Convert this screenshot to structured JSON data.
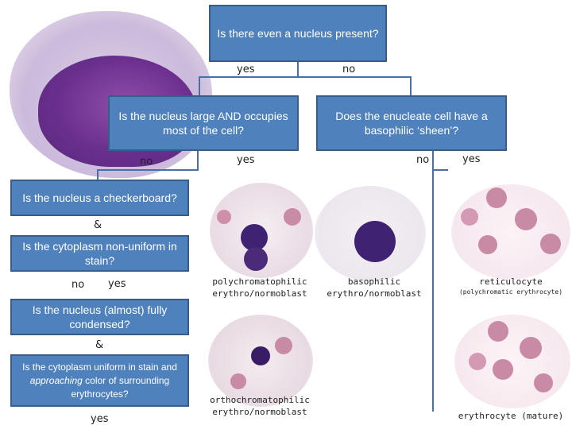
{
  "questions": {
    "nucleus_present": "Is there even a nucleus present?",
    "nucleus_large": "Is the nucleus large AND occupies most of the cell?",
    "basophilic_sheen": "Does the enucleate cell have a basophilic ‘sheen’?",
    "checkerboard": "Is the nucleus a checkerboard?",
    "cytoplasm_nonuniform": "Is the cytoplasm non-uniform in stain?",
    "condensed": "Is the nucleus (almost) fully condensed?",
    "cytoplasm_uniform_prefix": "Is the cytoplasm uniform in stain and ",
    "cytoplasm_uniform_italic": "approaching",
    "cytoplasm_uniform_suffix": " color of surrounding erythrocytes?"
  },
  "answers": {
    "q1_yes": "yes",
    "q1_no": "no",
    "q2_no": "no",
    "q2_yes": "yes",
    "q3_no": "no",
    "q3_yes": "yes",
    "q4_no": "no",
    "q4_yes": "yes",
    "q5_yes": "yes",
    "and1": "&",
    "and2": "&"
  },
  "captions": {
    "polychromatophilic_1": "polychromatophilic",
    "polychromatophilic_2": "erythro/normoblast",
    "basophilic_1": "basophilic",
    "basophilic_2": "erythro/normoblast",
    "reticulocyte": "reticulocyte",
    "reticulocyte_sub": "(polychromatic erythrocyte)",
    "orthochromatophilic_1": "orthochromatophilic",
    "orthochromatophilic_2": "erythro/normoblast",
    "erythrocyte": "erythrocyte (mature)"
  },
  "colors": {
    "box_fill": "#4f81bd",
    "box_border": "#385d8a",
    "connector": "#4a6fa5",
    "nucleus_purple": "#4b2a7a",
    "rbc_pink": "#c98aa6"
  }
}
